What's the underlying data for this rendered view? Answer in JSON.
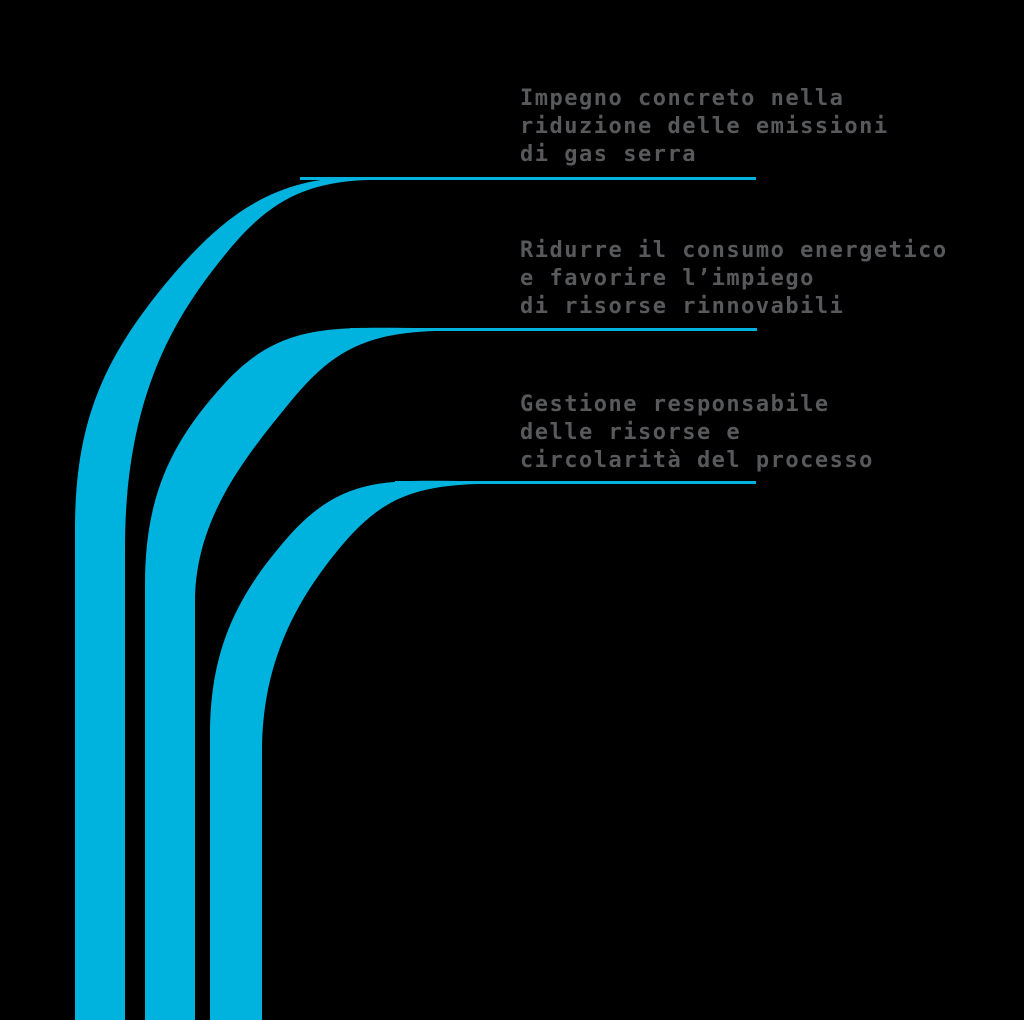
{
  "colors": {
    "background": "#000000",
    "stripe": "#00B3DE",
    "line": "#00B3DE",
    "text": "#58595B"
  },
  "goals": [
    {
      "label": "Impegno concreto nella\nriduzione delle emissioni\ndi gas serra"
    },
    {
      "label": "Ridurre il consumo energetico\ne favorire l’impiego\ndi risorse rinnovabili"
    },
    {
      "label": "Gestione responsabile\ndelle risorse e\ncircolarità del processo"
    }
  ]
}
